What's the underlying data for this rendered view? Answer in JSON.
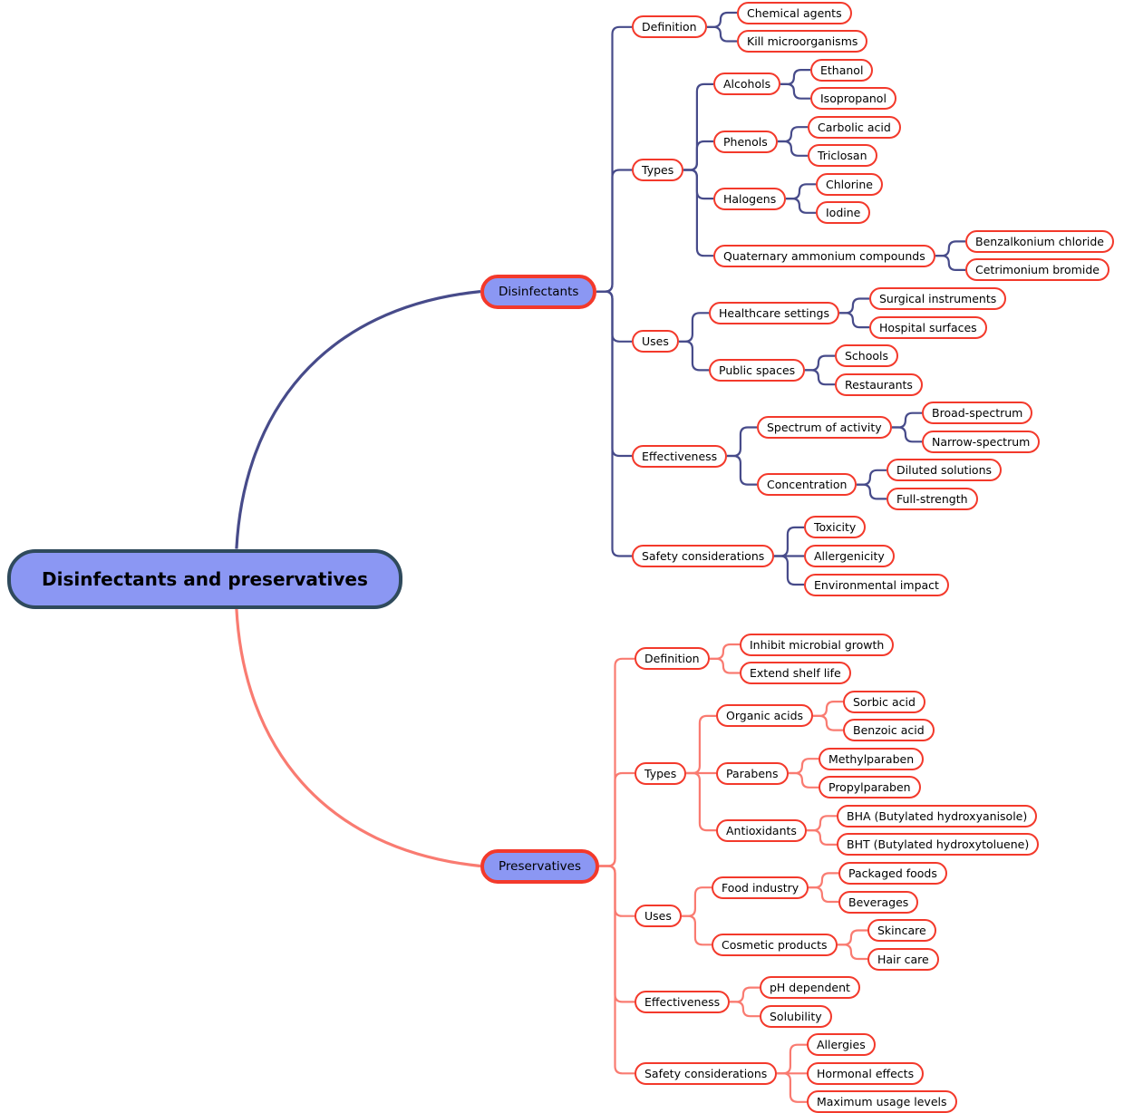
{
  "diagram": {
    "type": "mindmap",
    "title": "Disinfectants and preservatives",
    "colors": {
      "node_fill": "#8B97F3",
      "root_border": "#2F4A5C",
      "red_border": "#F3392B",
      "leaf_fill": "#FFFFFF",
      "text": "#000000",
      "disinfectants_line": "#474B8A",
      "preservatives_line": "#F97B71"
    },
    "root": {
      "label": "Disinfectants and preservatives",
      "children": [
        {
          "label": "Disinfectants",
          "line_color": "#474B8A",
          "children": [
            {
              "label": "Definition",
              "children": [
                {
                  "label": "Chemical agents"
                },
                {
                  "label": "Kill microorganisms"
                }
              ]
            },
            {
              "label": "Types",
              "children": [
                {
                  "label": "Alcohols",
                  "children": [
                    {
                      "label": "Ethanol"
                    },
                    {
                      "label": "Isopropanol"
                    }
                  ]
                },
                {
                  "label": "Phenols",
                  "children": [
                    {
                      "label": "Carbolic acid"
                    },
                    {
                      "label": "Triclosan"
                    }
                  ]
                },
                {
                  "label": "Halogens",
                  "children": [
                    {
                      "label": "Chlorine"
                    },
                    {
                      "label": "Iodine"
                    }
                  ]
                },
                {
                  "label": "Quaternary ammonium compounds",
                  "children": [
                    {
                      "label": "Benzalkonium chloride"
                    },
                    {
                      "label": "Cetrimonium bromide"
                    }
                  ]
                }
              ]
            },
            {
              "label": "Uses",
              "children": [
                {
                  "label": "Healthcare settings",
                  "children": [
                    {
                      "label": "Surgical instruments"
                    },
                    {
                      "label": "Hospital surfaces"
                    }
                  ]
                },
                {
                  "label": "Public spaces",
                  "children": [
                    {
                      "label": "Schools"
                    },
                    {
                      "label": "Restaurants"
                    }
                  ]
                }
              ]
            },
            {
              "label": "Effectiveness",
              "children": [
                {
                  "label": "Spectrum of activity",
                  "children": [
                    {
                      "label": "Broad-spectrum"
                    },
                    {
                      "label": "Narrow-spectrum"
                    }
                  ]
                },
                {
                  "label": "Concentration",
                  "children": [
                    {
                      "label": "Diluted solutions"
                    },
                    {
                      "label": "Full-strength"
                    }
                  ]
                }
              ]
            },
            {
              "label": "Safety considerations",
              "children": [
                {
                  "label": "Toxicity"
                },
                {
                  "label": "Allergenicity"
                },
                {
                  "label": "Environmental impact"
                }
              ]
            }
          ]
        },
        {
          "label": "Preservatives",
          "line_color": "#F97B71",
          "children": [
            {
              "label": "Definition",
              "children": [
                {
                  "label": "Inhibit microbial growth"
                },
                {
                  "label": "Extend shelf life"
                }
              ]
            },
            {
              "label": "Types",
              "children": [
                {
                  "label": "Organic acids",
                  "children": [
                    {
                      "label": "Sorbic acid"
                    },
                    {
                      "label": "Benzoic acid"
                    }
                  ]
                },
                {
                  "label": "Parabens",
                  "children": [
                    {
                      "label": "Methylparaben"
                    },
                    {
                      "label": "Propylparaben"
                    }
                  ]
                },
                {
                  "label": "Antioxidants",
                  "children": [
                    {
                      "label": "BHA (Butylated hydroxyanisole)"
                    },
                    {
                      "label": "BHT (Butylated hydroxytoluene)"
                    }
                  ]
                }
              ]
            },
            {
              "label": "Uses",
              "children": [
                {
                  "label": "Food industry",
                  "children": [
                    {
                      "label": "Packaged foods"
                    },
                    {
                      "label": "Beverages"
                    }
                  ]
                },
                {
                  "label": "Cosmetic products",
                  "children": [
                    {
                      "label": "Skincare"
                    },
                    {
                      "label": "Hair care"
                    }
                  ]
                }
              ]
            },
            {
              "label": "Effectiveness",
              "children": [
                {
                  "label": "pH dependent"
                },
                {
                  "label": "Solubility"
                }
              ]
            },
            {
              "label": "Safety considerations",
              "children": [
                {
                  "label": "Allergies"
                },
                {
                  "label": "Hormonal effects"
                },
                {
                  "label": "Maximum usage levels"
                }
              ]
            }
          ]
        }
      ]
    }
  }
}
